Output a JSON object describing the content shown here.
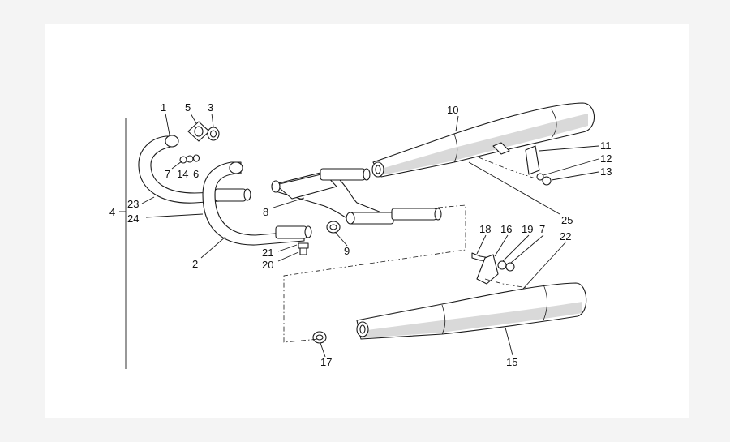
{
  "callouts": {
    "c1": "1",
    "c2": "2",
    "c3": "3",
    "c4": "4",
    "c5": "5",
    "c6": "6",
    "c7a": "7",
    "c7b": "7",
    "c8": "8",
    "c9": "9",
    "c10": "10",
    "c11": "11",
    "c12": "12",
    "c13": "13",
    "c14": "14",
    "c15": "15",
    "c16": "16",
    "c17": "17",
    "c18": "18",
    "c19": "19",
    "c20": "20",
    "c21": "21",
    "c22": "22",
    "c23": "23",
    "c24": "24",
    "c25": "25"
  },
  "colors": {
    "line": "#1a1a1a",
    "shade": "#d9d9d9",
    "background": "#ffffff",
    "frame": "#f4f4f4"
  }
}
